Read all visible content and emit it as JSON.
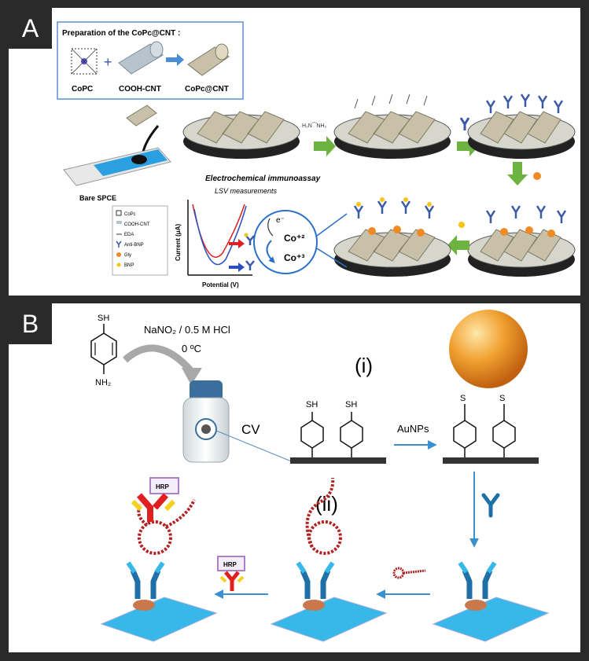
{
  "panel_a": {
    "tag": "A",
    "prep_title": "Preparation of the CoPc@CNT :",
    "plus": "+",
    "reagents": [
      "CoPC",
      "COOH-CNT",
      "CoPc@CNT"
    ],
    "bare_spce": "Bare SPCE",
    "assay_label": "Electrochemical immunoassay",
    "lsv_title": "LSV measurements",
    "y_axis": "Current (μA)",
    "x_axis": "Potential (V)",
    "electron": "e⁻",
    "co2": "Co⁺²",
    "co3": "Co⁺³",
    "legend": [
      "CoPc",
      "COOH-CNT",
      "EDA",
      "Anti-BNP",
      "Gly",
      "BNP"
    ],
    "colors": {
      "green_arrow": "#6cb33f",
      "antibody": "#3b5aa6",
      "blue_arrow": "#2a6fc9",
      "electrode": "#2aa0e0",
      "orange": "#f08a24"
    }
  },
  "panel_b": {
    "tag": "B",
    "sh_top": "SH",
    "nh2": "NH₂",
    "reaction_top": "NaNO₂ / 0.5 M HCl",
    "reaction_temp": "0 ºC",
    "cv": "CV",
    "step_i": "(i)",
    "sh_left": "SH",
    "sh_right": "SH",
    "aunps": "AuNPs",
    "s_left": "S",
    "s_right": "S",
    "step_ii": "(ii)",
    "hrp_big": "HRP",
    "hrp_small": "HRP",
    "colors": {
      "gold": "#f0a030",
      "arrow": "#3a8fd0",
      "antibody_dark": "#1f6fa8",
      "antibody_light": "#38b8e8",
      "hairpin": "#b22222",
      "secondary_red": "#e02020",
      "secondary_yellow": "#f5d020",
      "hrp_border": "#b07fc8"
    }
  }
}
